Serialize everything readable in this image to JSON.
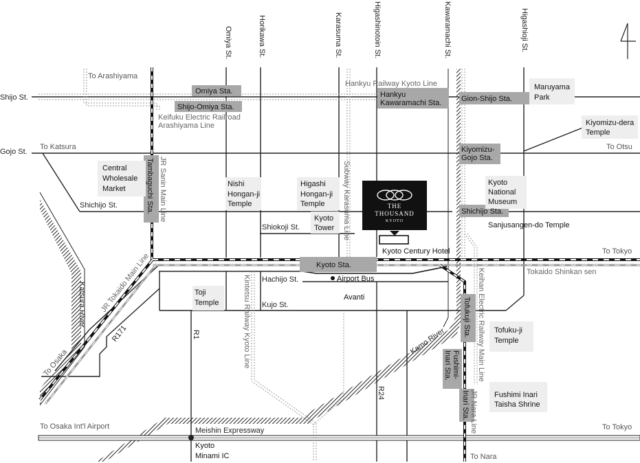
{
  "colors": {
    "road": "#222222",
    "rail": "#111111",
    "railFaint": "#999999",
    "river": "#222222",
    "stationFill": "#a8a8a8",
    "placeFill": "#eeeeee",
    "hotelFill": "#111111",
    "hotelText": "#ffffff"
  },
  "compass": {
    "icon": "north-arrow-icon"
  },
  "streets_vertical": {
    "omiya": "Omiya St.",
    "horikawa": "Horikawa St.",
    "karasuma": "Karasuma St.",
    "higashinotoin": "Higashinotoin St.",
    "kawaramachi": "Kawaramachi St.",
    "higashioji": "Higashioji St."
  },
  "streets_horizontal": {
    "shijo": "Shijo St.",
    "gojo": "Gojo St.",
    "shichijo": "Shichijo St.",
    "shiokoji": "Shiokoji St.",
    "hachijo": "Hachijo St.",
    "kujo": "Kujo St."
  },
  "roads": {
    "r1": "R1",
    "r24": "R24",
    "r171": "R171",
    "expressway": "Meishin Expressway"
  },
  "directions": {
    "to_arashiyama": "To Arashiyama",
    "to_katsura": "To Katsura",
    "to_otsu": "To Otsu",
    "to_tokyo_rail": "To Tokyo",
    "to_tokyo_expressway": "To Tokyo",
    "to_osaka": "To Osaka",
    "to_osaka_airport": "To Osaka Int'l Airport",
    "to_nara": "To Nara"
  },
  "railways": {
    "hankyu": "Hankyu Railway Kyoto Line",
    "keifuku": [
      "Keifuku Electric Railroad",
      "Arashiyama Line"
    ],
    "jr_sanin": "JR Sanin Main Line",
    "jr_tokaido": "JR Tokaido Main Line",
    "subway_karasuma": "Subway Karasuma Line",
    "kintetsu": "Kintetsu Railway Kyoto Line",
    "keihan": "Keihan Electric Railway Main Line",
    "jr_nara": "JR Nara Line",
    "shinkansen": "Tokaido Shinkan sen"
  },
  "rivers": {
    "katsura": "Katsura River",
    "kamo": "Kamo River"
  },
  "stations": {
    "omiya": "Omiya Sta.",
    "shijo_omiya": "Shijo-Omiya Sta.",
    "hankyu_kawaramachi": [
      "Hankyu",
      "Kawaramachi Sta."
    ],
    "gion_shijo": "Gion-Shijo Sta.",
    "kiyomizu_gojo": [
      "Kiyomizu-",
      "Gojo Sta."
    ],
    "tambaguchi": "Tambaguchi Sta.",
    "shichijo": "Shichijo Sta.",
    "kyoto": "Kyoto Sta.",
    "tofukuji": "Tofukuji Sta.",
    "fushimi_inari": [
      "Fushimi-",
      "Inari Sta."
    ],
    "inari": "Inari Sta."
  },
  "places": {
    "maruyama": [
      "Maruyama",
      "Park"
    ],
    "kiyomizudera": [
      "Kiyomizu-dera",
      "Temple"
    ],
    "central_market": [
      "Central",
      "Wholesale",
      "Market"
    ],
    "nishi_honganji": [
      "Nishi",
      "Hongan-ji",
      "Temple"
    ],
    "higashi_honganji": [
      "Higashi",
      "Hongan-ji",
      "Temple"
    ],
    "kyoto_tower": [
      "Kyoto",
      "Tower"
    ],
    "national_museum": [
      "Kyoto",
      "National",
      "Museum"
    ],
    "sanjusangendo": "Sanjusangen-do Temple",
    "toji": [
      "Toji",
      "Temple"
    ],
    "tofukuji": [
      "Tofuku-ji",
      "Temple"
    ],
    "fushimi_inari_taisha": [
      "Fushimi Inari",
      "Taisha Shrine"
    ]
  },
  "landmarks": {
    "kyoto_century_hotel": "Kyoto Century Hotel",
    "airport_bus": "Airport Bus",
    "avanti": "Avanti",
    "kyoto_minami_ic": [
      "Kyoto",
      "Minami IC"
    ]
  },
  "hotel": {
    "name": "THE",
    "name2": "THOUSAND",
    "city": "KYOTO",
    "logo_icon": "infinity-logo-icon"
  }
}
